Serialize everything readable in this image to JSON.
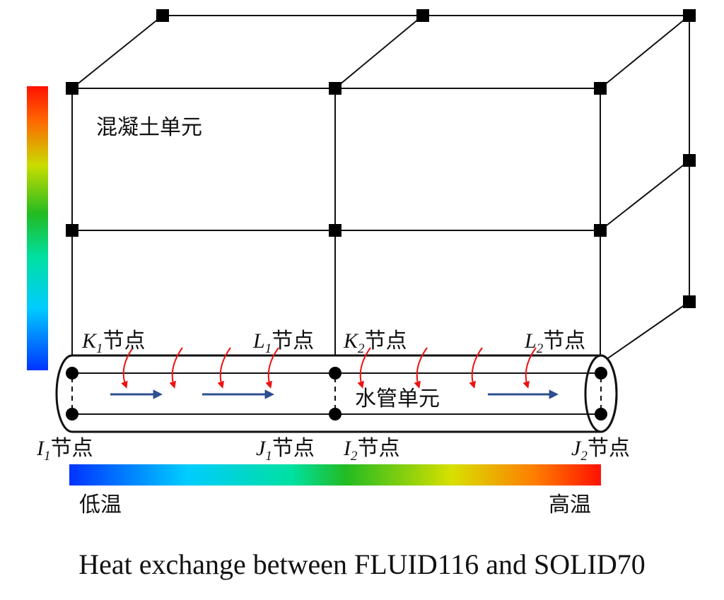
{
  "diagram": {
    "concrete_element_label": "混凝土单元",
    "pipe_element_label": "水管单元",
    "legend": {
      "low_label": "低温",
      "high_label": "高温",
      "colors": [
        "#0000ff",
        "#00c8ff",
        "#00e0a0",
        "#22bb22",
        "#c8dd00",
        "#ff6600",
        "#ff0000"
      ]
    },
    "nodes": {
      "node_word": "节点",
      "K1": {
        "letter": "K",
        "sub": "1"
      },
      "L1": {
        "letter": "L",
        "sub": "1"
      },
      "K2": {
        "letter": "K",
        "sub": "2"
      },
      "L2": {
        "letter": "L",
        "sub": "2"
      },
      "I1": {
        "letter": "I",
        "sub": "1"
      },
      "J1": {
        "letter": "J",
        "sub": "1"
      },
      "I2": {
        "letter": "I",
        "sub": "2"
      },
      "J2": {
        "letter": "J",
        "sub": "2"
      }
    },
    "heat_arrow_color": "#ee1111",
    "flow_arrow_color": "#2b4f8f"
  },
  "caption": "Heat exchange between FLUID116 and SOLID70"
}
